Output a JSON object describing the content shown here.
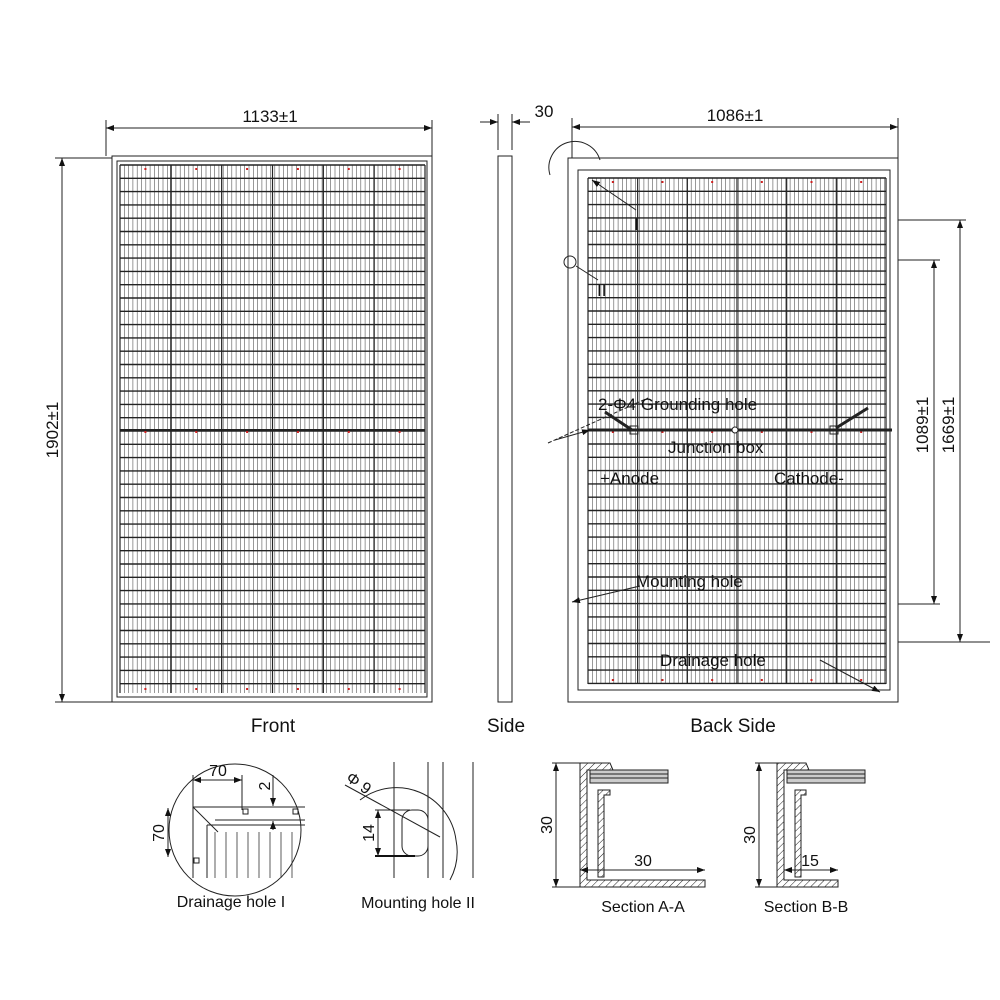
{
  "views": {
    "front": {
      "label": "Front",
      "width_dim": "1133±1",
      "height_dim": "1902±1"
    },
    "side": {
      "label": "Side",
      "thickness_dim": "30"
    },
    "back": {
      "label": "Back Side",
      "width_dim": "1086±1",
      "mount_dim": "1089±1",
      "outer_mount_dim": "1669±1",
      "grounding": "2-Φ4 Grounding hole",
      "junction": "Junction box",
      "anode": "+Anode",
      "cathode": "Cathode-",
      "mounting": "Mounting hole",
      "drainage": "Drainage hole",
      "marker_1": "I",
      "marker_2": "II"
    }
  },
  "details": {
    "drainage": {
      "label": "Drainage hole I",
      "dim_w": "70",
      "dim_h": "70",
      "dim_gap": "2"
    },
    "mounting": {
      "label": "Mounting hole II",
      "dim_d": "Φ 9",
      "dim_h": "14"
    },
    "section_a": {
      "label": "Section A-A",
      "dim_h": "30",
      "dim_w": "30"
    },
    "section_b": {
      "label": "Section B-B",
      "dim_h": "30",
      "dim_w": "15"
    }
  },
  "colors": {
    "line": "#111111",
    "cell_marker": "#d02020"
  }
}
